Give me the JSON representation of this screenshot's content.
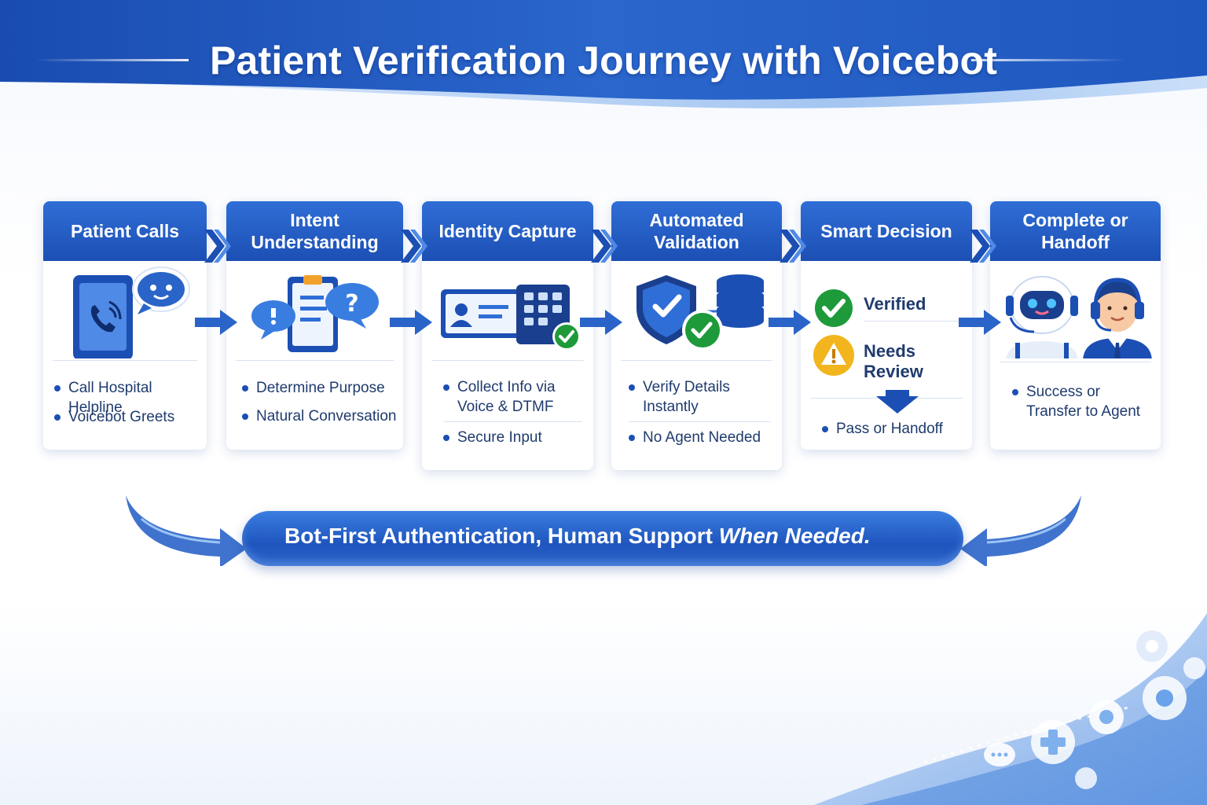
{
  "title": "Patient Verification Journey with Voicebot",
  "steps": [
    {
      "title": "Patient Calls",
      "icon": "phone-chat-icon",
      "bullets": [
        "Call Hospital Helpline",
        "Voicebot Greets"
      ]
    },
    {
      "title": "Intent Understanding",
      "icon": "clipboard-chat-icon",
      "bullets": [
        "Determine Purpose",
        "Natural Conversation"
      ]
    },
    {
      "title": "Identity Capture",
      "icon": "id-card-keypad-icon",
      "bullets": [
        "Collect Info via Voice & DTMF",
        "Secure Input"
      ]
    },
    {
      "title": "Automated Validation",
      "icon": "shield-database-icon",
      "bullets": [
        "Verify Details Instantly",
        "No Agent Needed"
      ]
    },
    {
      "title": "Smart Decision",
      "icon": "decision-icon",
      "outcomes": [
        "Verified",
        "Needs Review"
      ],
      "bullets": [
        "Pass or Handoff"
      ]
    },
    {
      "title": "Complete or Handoff",
      "icon": "bot-agent-icon",
      "bullets": [
        "Success or Transfer to Agent"
      ]
    }
  ],
  "tagline": {
    "main": "Bot-First Authentication, Human Support ",
    "emphasis": "When Needed."
  },
  "colors": {
    "primary": "#1c4fb4",
    "accent": "#2f6ed6",
    "success": "#1e9a3a",
    "warning": "#f2b51d",
    "text": "#1f3b6e"
  }
}
